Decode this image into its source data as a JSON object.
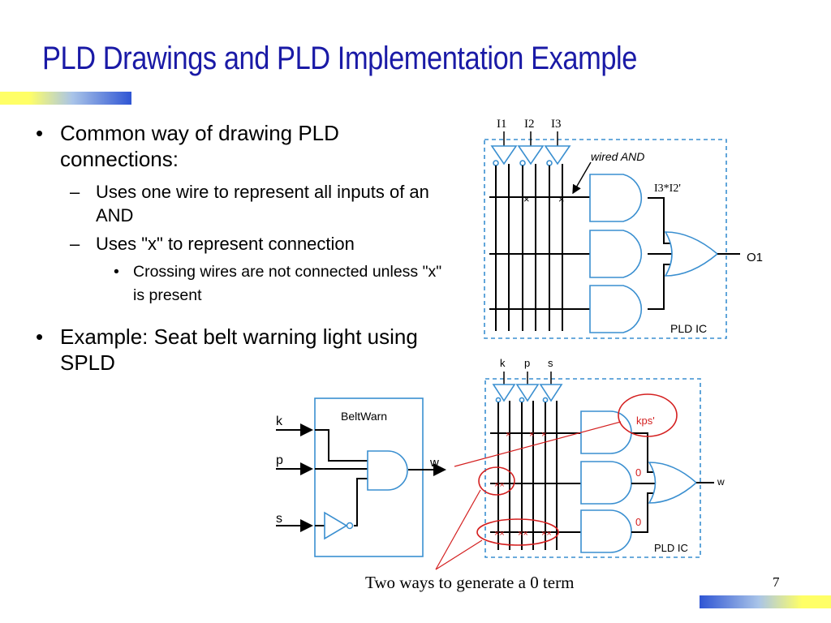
{
  "slide": {
    "title": "PLD Drawings and PLD Implementation Example",
    "page_number": "7",
    "caption": "Two ways to generate a 0 term"
  },
  "bullets": {
    "b1": "Common way of drawing PLD connections:",
    "b1_sub1": "Uses one wire to represent all inputs of an AND",
    "b1_sub2": "Uses \"x\" to represent connection",
    "b1_sub2_sub1": "Crossing wires are not connected unless \"x\" is present",
    "b2": "Example: Seat belt warning light using SPLD"
  },
  "top_pld": {
    "inputs": [
      "I1",
      "I2",
      "I3"
    ],
    "wired_and_label": "wired AND",
    "term_label": "I3*I2'",
    "output_label": "O1",
    "chip_label": "PLD IC"
  },
  "beltwarn": {
    "block_label": "BeltWarn",
    "inputs": [
      "k",
      "p",
      "s"
    ],
    "output_label": "w"
  },
  "bottom_pld": {
    "inputs": [
      "k",
      "p",
      "s"
    ],
    "terms": [
      "kps'",
      "0",
      "0"
    ],
    "output_label": "w",
    "chip_label": "PLD IC"
  },
  "colors": {
    "title": "#1a1aa6",
    "pld_blue": "#3a8fd0",
    "annotation_red": "#d42020"
  }
}
